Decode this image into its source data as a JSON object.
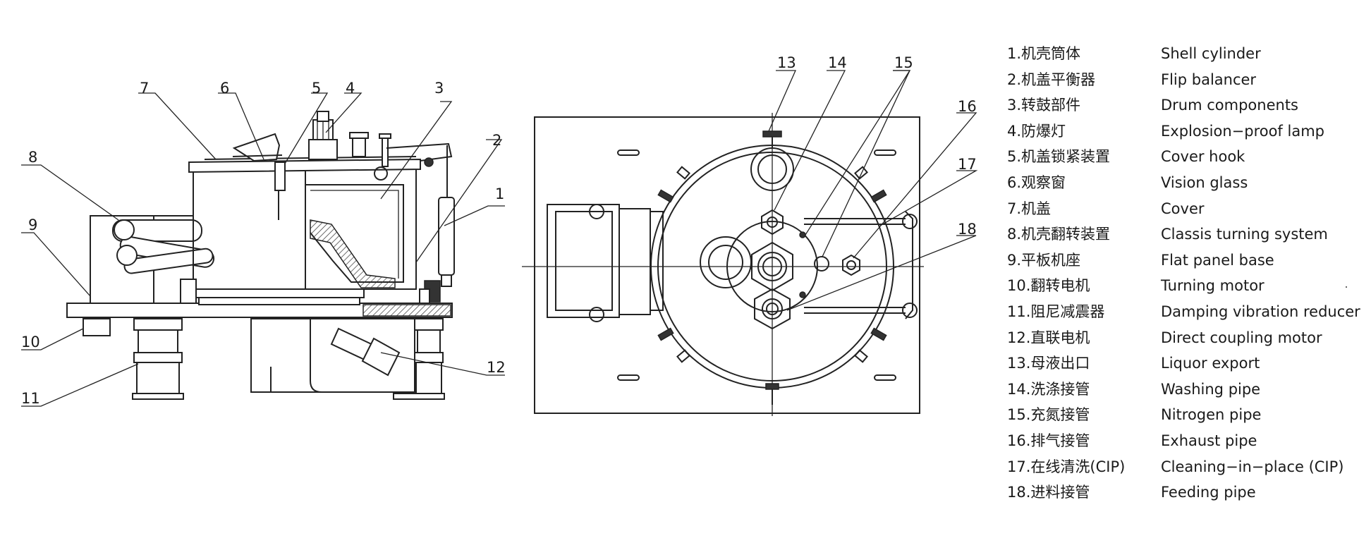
{
  "callouts": {
    "side_view": [
      "1",
      "2",
      "3",
      "4",
      "5",
      "6",
      "7",
      "8",
      "9",
      "10",
      "11",
      "12"
    ],
    "top_view": [
      "13",
      "14",
      "15",
      "16",
      "17",
      "18"
    ]
  },
  "legend": [
    {
      "cn": "1.机壳筒体",
      "en": "Shell cylinder"
    },
    {
      "cn": "2.机盖平衡器",
      "en": "Flip balancer"
    },
    {
      "cn": "3.转鼓部件",
      "en": "Drum components"
    },
    {
      "cn": "4.防爆灯",
      "en": "Explosion−proof lamp"
    },
    {
      "cn": "5.机盖锁紧装置",
      "en": "Cover hook"
    },
    {
      "cn": "6.观察窗",
      "en": "Vision glass"
    },
    {
      "cn": "7.机盖",
      "en": "Cover"
    },
    {
      "cn": "8.机壳翻转装置",
      "en": "Classis turning system"
    },
    {
      "cn": "9.平板机座",
      "en": "Flat panel base"
    },
    {
      "cn": "10.翻转电机",
      "en": "Turning motor"
    },
    {
      "cn": "11.阻尼减震器",
      "en": "Damping vibration reducer"
    },
    {
      "cn": "12.直联电机",
      "en": "Direct coupling motor"
    },
    {
      "cn": "13.母液出口",
      "en": "Liquor export"
    },
    {
      "cn": "14.洗涤接管",
      "en": "Washing pipe"
    },
    {
      "cn": "15.充氮接管",
      "en": "Nitrogen pipe"
    },
    {
      "cn": "16.排气接管",
      "en": "Exhaust pipe"
    },
    {
      "cn": "17.在线清洗(CIP)",
      "en": "Cleaning−in−place (CIP)"
    },
    {
      "cn": "18.进料接管",
      "en": "Feeding pipe"
    }
  ]
}
